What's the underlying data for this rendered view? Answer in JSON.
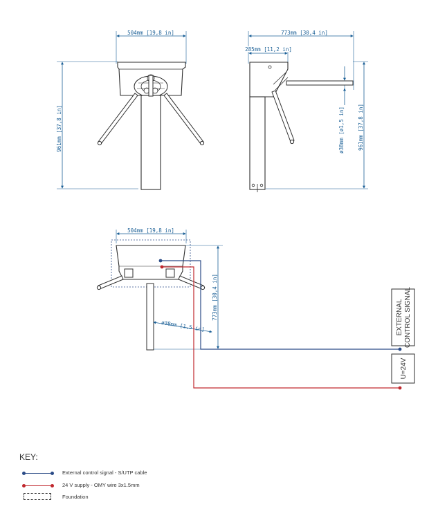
{
  "colors": {
    "dimension": "#1a5f96",
    "control_signal": "#2b4b87",
    "supply": "#c0282e",
    "line": "#2d2d2d"
  },
  "front_view": {
    "width_label": "504mm [19,8 in]",
    "height_label": "961mm [37,8 in]"
  },
  "side_view": {
    "depth_label": "773mm [30,4 in]",
    "head_label": "285mm [11,2 in]",
    "arm_diameter_label": "ø38mm [ø1,5 in]",
    "height_label": "961mm [37,8 in]"
  },
  "top_view": {
    "width_label": "504mm [19,8 in]",
    "depth_label": "773mm [30,4 in]",
    "arm_label": "ø38mm [1,5 in]",
    "external_box_label_line1": "EXTERNAL",
    "external_box_label_line2": "CONTROL SIGNAL",
    "supply_box_label": "U=24V"
  },
  "key": {
    "title": "KEY:",
    "items": [
      {
        "label": "External control signal - S/UTP cable",
        "icon": "blue-line-icon"
      },
      {
        "label": "24 V supply - OMY wire 3x1.5mm",
        "icon": "red-line-icon"
      },
      {
        "label": "Foundation",
        "icon": "dashed-box-icon"
      }
    ]
  }
}
